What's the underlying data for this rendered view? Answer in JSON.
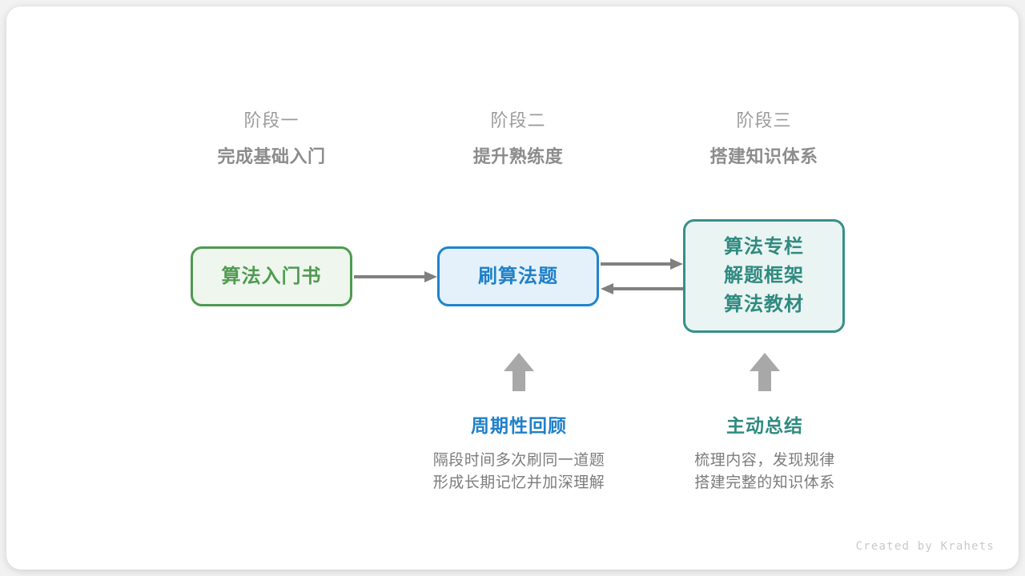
{
  "diagram": {
    "credit": "Created by Krahets",
    "phases": [
      {
        "stage": "阶段一",
        "goal": "完成基础入门"
      },
      {
        "stage": "阶段二",
        "goal": "提升熟练度"
      },
      {
        "stage": "阶段三",
        "goal": "搭建知识体系"
      }
    ],
    "nodes": [
      {
        "id": "node-green",
        "lines": [
          "算法入门书"
        ],
        "color": "#4f9a51",
        "fill": "#eef6ee",
        "border": "#4f9a51"
      },
      {
        "id": "node-blue",
        "lines": [
          "刷算法题"
        ],
        "color": "#2080c8",
        "fill": "#e4f1fb",
        "border": "#1f84cc"
      },
      {
        "id": "node-teal",
        "lines": [
          "算法专栏",
          "解题框架",
          "算法教材"
        ],
        "color": "#2f8a80",
        "fill": "#eaf4f2",
        "border": "#369089"
      }
    ],
    "connectors": [
      {
        "id": "arrow-green-blue",
        "from": "算法入门书",
        "to": "刷算法题",
        "direction": "right",
        "color": "#808080"
      },
      {
        "id": "arrow-blue-teal",
        "from": "刷算法题",
        "to": "算法专栏",
        "direction": "right",
        "color": "#808080"
      },
      {
        "id": "arrow-teal-blue",
        "from": "算法专栏",
        "to": "刷算法题",
        "direction": "left",
        "color": "#808080"
      }
    ],
    "annotations": [
      {
        "title": "周期性回顾",
        "color": "#2080c8",
        "desc_lines": [
          "隔段时间多次刷同一道题",
          "形成长期记忆并加深理解"
        ]
      },
      {
        "title": "主动总结",
        "color": "#2f8a80",
        "desc_lines": [
          "梳理内容，发现规律",
          "搭建完整的知识体系"
        ]
      }
    ]
  }
}
